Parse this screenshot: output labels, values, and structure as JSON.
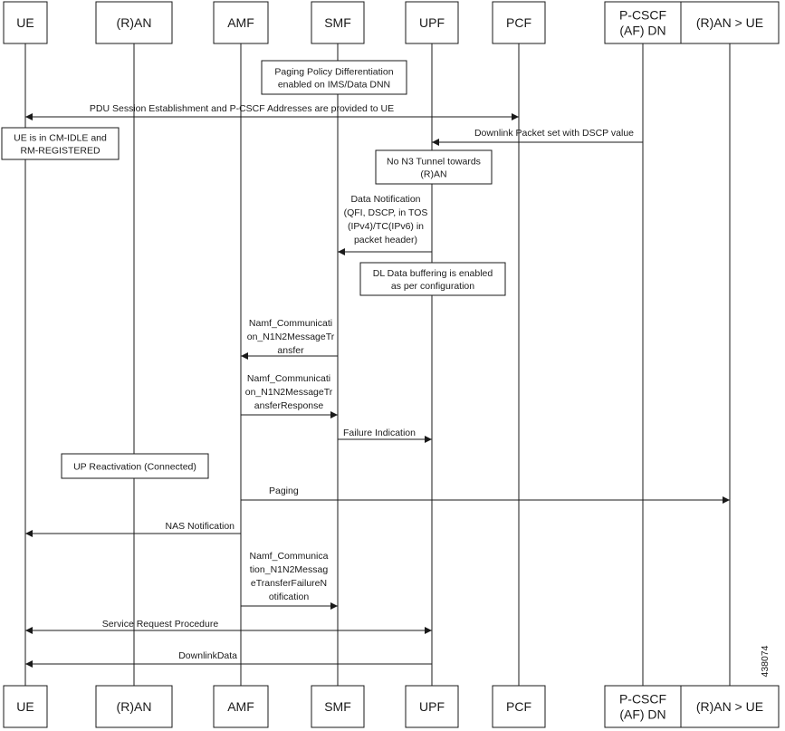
{
  "participants": [
    {
      "id": "ue",
      "lines": [
        "UE"
      ]
    },
    {
      "id": "ran",
      "lines": [
        "(R)AN"
      ]
    },
    {
      "id": "amf",
      "lines": [
        "AMF"
      ]
    },
    {
      "id": "smf",
      "lines": [
        "SMF"
      ]
    },
    {
      "id": "upf",
      "lines": [
        "UPF"
      ]
    },
    {
      "id": "pcf",
      "lines": [
        "PCF"
      ]
    },
    {
      "id": "pcscf",
      "lines": [
        "P-CSCF",
        "(AF) DN"
      ]
    },
    {
      "id": "ran-ue",
      "lines": [
        "(R)AN > UE"
      ]
    }
  ],
  "notes": [
    {
      "id": "paging-policy",
      "lines": [
        "Paging Policy Differentiation",
        "enabled on IMS/Data DNN"
      ]
    },
    {
      "id": "ue-idle",
      "lines": [
        "UE is in CM-IDLE and",
        "RM-REGISTERED"
      ]
    },
    {
      "id": "no-n3",
      "lines": [
        "No N3 Tunnel towards",
        "(R)AN"
      ]
    },
    {
      "id": "dl-buffering",
      "lines": [
        "DL Data buffering is enabled",
        "as per configuration"
      ]
    },
    {
      "id": "up-reactivation",
      "lines": [
        "UP Reactivation (Connected)"
      ]
    }
  ],
  "messages": [
    {
      "id": "pdu-session",
      "from": "ue",
      "to": "pcf",
      "both": true,
      "lines": [
        "PDU Session Establishment and P-CSCF Addresses are provided to UE"
      ]
    },
    {
      "id": "downlink-packet",
      "from": "pcscf",
      "to": "upf",
      "both": false,
      "lines": [
        "Downlink Packet set with DSCP value"
      ]
    },
    {
      "id": "data-notification",
      "from": "upf",
      "to": "smf",
      "both": false,
      "lines": [
        "Data Notification",
        "(QFI, DSCP, in TOS",
        "(IPv4)/TC(IPv6) in",
        "packet header)"
      ]
    },
    {
      "id": "n1n2-transfer",
      "from": "smf",
      "to": "amf",
      "both": false,
      "lines": [
        "Namf_Communicati",
        "on_N1N2MessageTr",
        "ansfer"
      ]
    },
    {
      "id": "n1n2-transfer-response",
      "from": "amf",
      "to": "smf",
      "both": false,
      "lines": [
        "Namf_Communicati",
        "on_N1N2MessageTr",
        "ansferResponse"
      ]
    },
    {
      "id": "failure-indication",
      "from": "smf",
      "to": "upf",
      "both": false,
      "lines": [
        "Failure Indication"
      ]
    },
    {
      "id": "paging",
      "from": "amf",
      "to": "ran-ue",
      "both": false,
      "lines": [
        "Paging"
      ]
    },
    {
      "id": "nas-notification",
      "from": "amf",
      "to": "ue",
      "both": false,
      "lines": [
        "NAS Notification"
      ]
    },
    {
      "id": "n1n2-failure-notification",
      "from": "amf",
      "to": "smf",
      "both": false,
      "lines": [
        "Namf_Communica",
        "tion_N1N2Messag",
        "eTransferFailureN",
        "otification"
      ]
    },
    {
      "id": "service-request",
      "from": "ue",
      "to": "upf",
      "both": true,
      "lines": [
        "Service Request Procedure"
      ]
    },
    {
      "id": "downlink-data",
      "from": "upf",
      "to": "ue",
      "both": false,
      "lines": [
        "DownlinkData"
      ]
    }
  ],
  "figure_id": "438074"
}
